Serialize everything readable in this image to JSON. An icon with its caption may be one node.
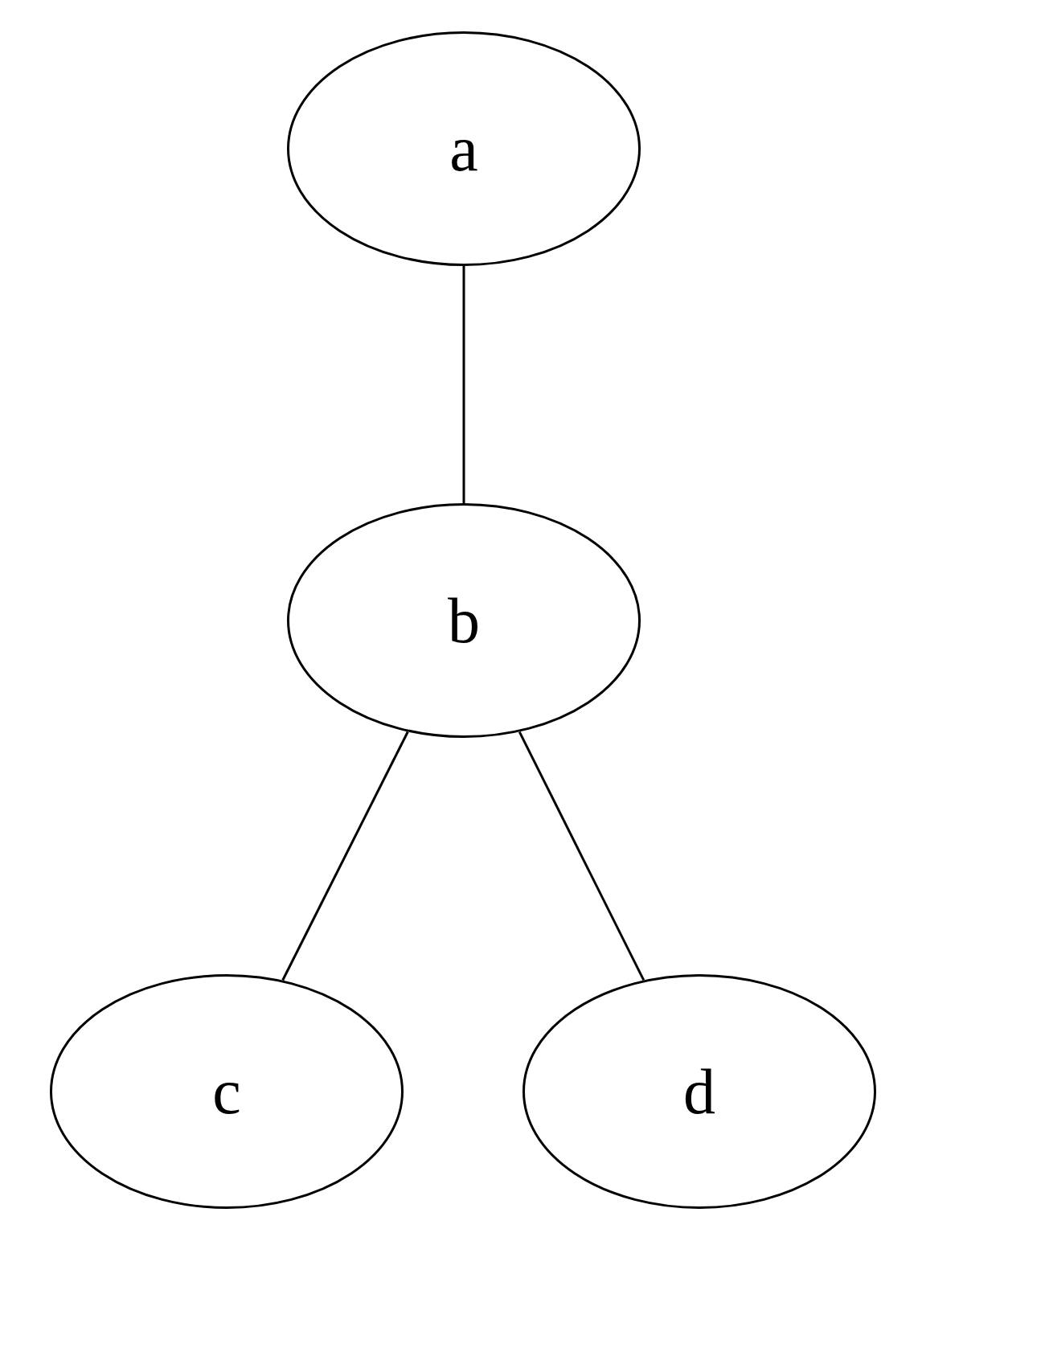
{
  "diagram": {
    "nodes": [
      {
        "text": [
          "a"
        ]
      },
      {
        "text": [
          "b"
        ]
      },
      {
        "text": [
          "c"
        ]
      },
      {
        "text": [
          "d"
        ]
      }
    ],
    "edges": [
      {
        "from": 0,
        "to": 1,
        "arrow": "none"
      },
      {
        "from": 1,
        "to": 2,
        "arrow": "none"
      },
      {
        "from": 1,
        "to": 3,
        "arrow": "none"
      }
    ]
  }
}
